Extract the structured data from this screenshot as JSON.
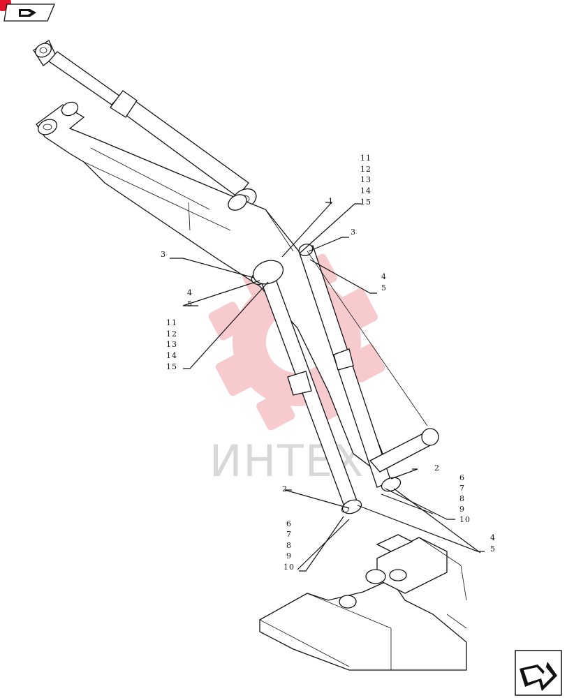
{
  "diagram": {
    "watermark_text": "ИНТЕХ",
    "brand_color": "#f2a0a6",
    "badge_color": "#e3132c",
    "top_left_icon": "page-return-icon",
    "bottom_right_icon": "next-page-arrow-icon",
    "callouts": {
      "c1": "1",
      "c2a": "2",
      "c2b": "2",
      "c3a": "3",
      "c3b": "3",
      "g_right_11": "11",
      "g_right_12": "12",
      "g_right_13": "13",
      "g_right_14": "14",
      "g_right_15": "15",
      "g_left_11": "11",
      "g_left_12": "12",
      "g_left_13": "13",
      "g_left_14": "14",
      "g_left_15": "15",
      "g_left_4": "4",
      "g_left_5": "5",
      "g_right_4": "4",
      "g_right_5": "5",
      "g_r6": "6",
      "g_r7": "7",
      "g_r8": "8",
      "g_r9": "9",
      "g_r10": "10",
      "g_l6": "6",
      "g_l7": "7",
      "g_l8": "8",
      "g_l9": "9",
      "g_l10": "10",
      "g_b4": "4",
      "g_b5": "5"
    }
  }
}
